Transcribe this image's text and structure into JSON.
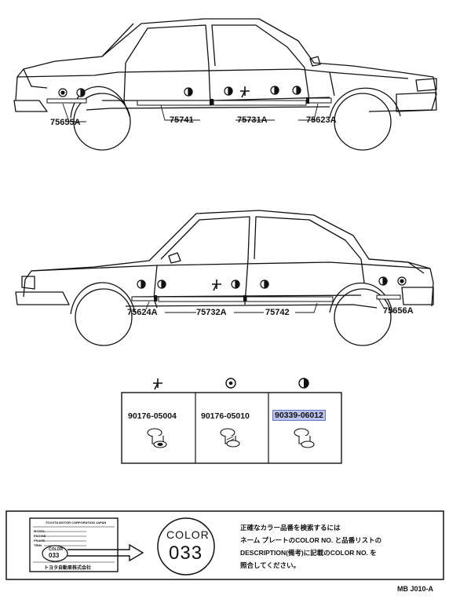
{
  "top_car": {
    "callouts": [
      "75655A",
      "75741",
      "75731A",
      "75623A"
    ]
  },
  "bottom_car": {
    "callouts": [
      "75624A",
      "75732A",
      "75742",
      "75656A"
    ]
  },
  "parts_table": {
    "columns": [
      {
        "icon": "plus-clip-icon",
        "part_no": "90176-05004"
      },
      {
        "icon": "round-clip-icon",
        "part_no": "90176-05010"
      },
      {
        "icon": "half-circle-icon",
        "part_no": "90339-06012"
      }
    ]
  },
  "color_plate": {
    "company": "TOYOTA MOTOR CORPORATION JAPAN",
    "plate_rows": [
      "MODEL",
      "ENGINE",
      "FRAME",
      "TRIM"
    ],
    "plate_color_word": "COLOR",
    "plate_color_code": "033",
    "maker": "トヨタ自動車株式会社",
    "badge_word": "COLOR",
    "badge_code": "033",
    "instructions": [
      "正確なカラー品番を検索するには",
      "ネーム プレートのCOLOR NO. と品番リストの",
      "DESCRIPTION(備考)に記載のCOLOR NO. を",
      "照合してください。"
    ]
  },
  "reference_code": "MB J010-A",
  "colors": {
    "highlight": "#b9c3ec",
    "ink": "#111111"
  }
}
